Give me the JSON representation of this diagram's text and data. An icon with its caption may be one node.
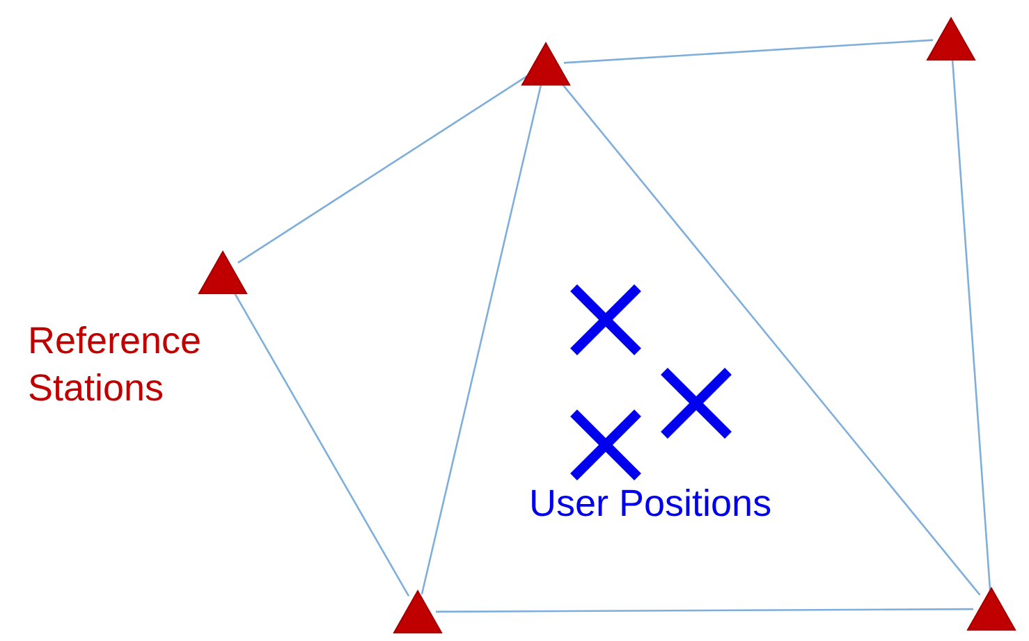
{
  "diagram": {
    "nodes": [
      {
        "text": [],
        "shape": "triangle"
      },
      {
        "text": [],
        "shape": "triangle"
      },
      {
        "text": [],
        "shape": "triangle"
      },
      {
        "text": [],
        "shape": "triangle"
      },
      {
        "text": [],
        "shape": "triangle"
      }
    ],
    "edges": [
      {
        "from": 0,
        "to": 2,
        "arrow": "none"
      },
      {
        "from": 2,
        "to": 3,
        "arrow": "none"
      },
      {
        "from": 0,
        "to": 1,
        "arrow": "none"
      },
      {
        "from": 2,
        "to": 1,
        "arrow": "none"
      },
      {
        "from": 2,
        "to": 4,
        "arrow": "none"
      },
      {
        "from": 3,
        "to": 4,
        "arrow": "none"
      },
      {
        "from": 1,
        "to": 4,
        "arrow": "none"
      }
    ],
    "labels": [
      "Reference Stations",
      "User Positions"
    ]
  }
}
